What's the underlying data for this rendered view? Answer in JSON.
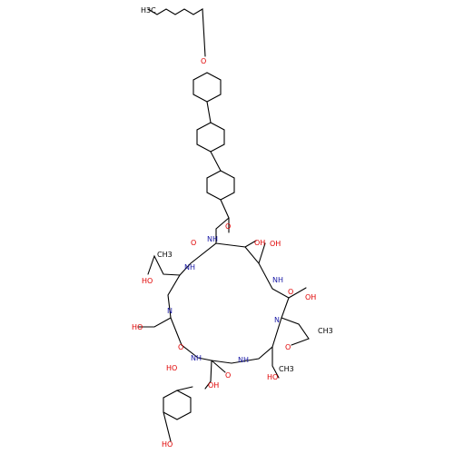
{
  "structure": {
    "atom_labels": {
      "ch3_top": "H3C",
      "ether_o": "O",
      "amide_o": "O",
      "amide_nh": "NH",
      "oh_a": "OH",
      "oh_b": "OH",
      "nh_left": "NH",
      "o_ring_left": "O",
      "ch3_thr_left": "CH3",
      "ho_thr_left": "HO",
      "nh_right": "NH",
      "o_ring_right": "O",
      "oh_pro_right": "OH",
      "ch3_pro_right": "CH3",
      "n_pro_left": "N",
      "ho_pro_left": "HO",
      "n_pro_right": "N",
      "o_pro_right": "O",
      "o_bottom_left": "O",
      "nh_bottom_left": "NH",
      "nh_bottom_right": "NH",
      "o_bottom_mid": "O",
      "ho_side_a": "HO",
      "oh_side_b": "OH",
      "ho_thr_right": "HO",
      "ch3_thr_right": "CH3",
      "ho_phenol": "HO"
    }
  }
}
